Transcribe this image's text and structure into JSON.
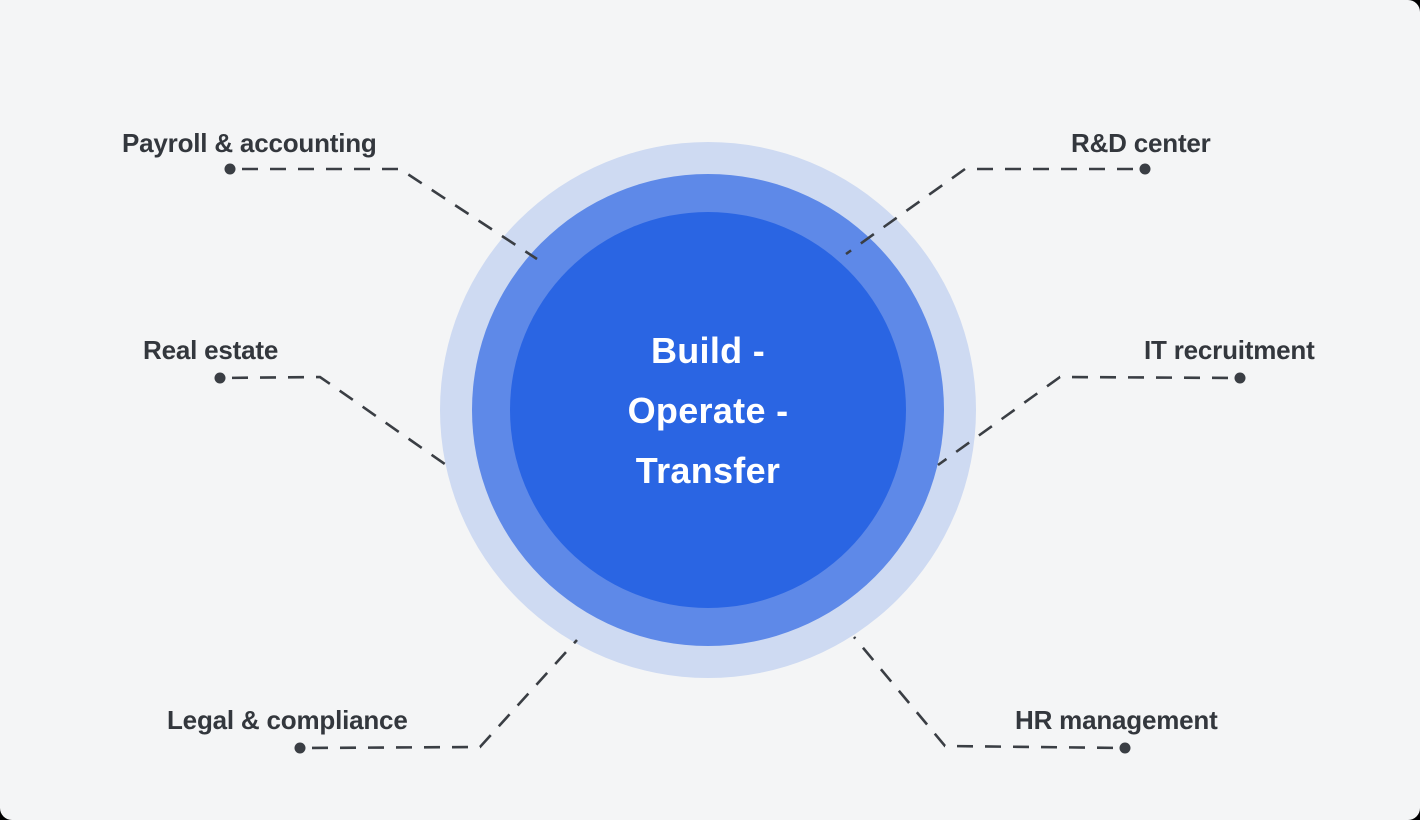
{
  "diagram": {
    "center": {
      "line1": "Build -",
      "line2": "Operate -",
      "line3": "Transfer"
    },
    "nodes": [
      {
        "label": "Payroll & accounting",
        "position": "top-left"
      },
      {
        "label": "R&D center",
        "position": "top-right"
      },
      {
        "label": "Real estate",
        "position": "middle-left"
      },
      {
        "label": "IT recruitment",
        "position": "middle-right"
      },
      {
        "label": "Legal & compliance",
        "position": "bottom-left"
      },
      {
        "label": "HR management",
        "position": "bottom-right"
      }
    ],
    "colors": {
      "background": "#F4F5F6",
      "ring_outer": "#CEDAF2",
      "ring_middle": "#5E89E8",
      "core": "#2A65E3",
      "label_text": "#33373D",
      "connector": "#3A3E44",
      "center_text": "#FFFFFF",
      "surround": "#000000"
    }
  }
}
